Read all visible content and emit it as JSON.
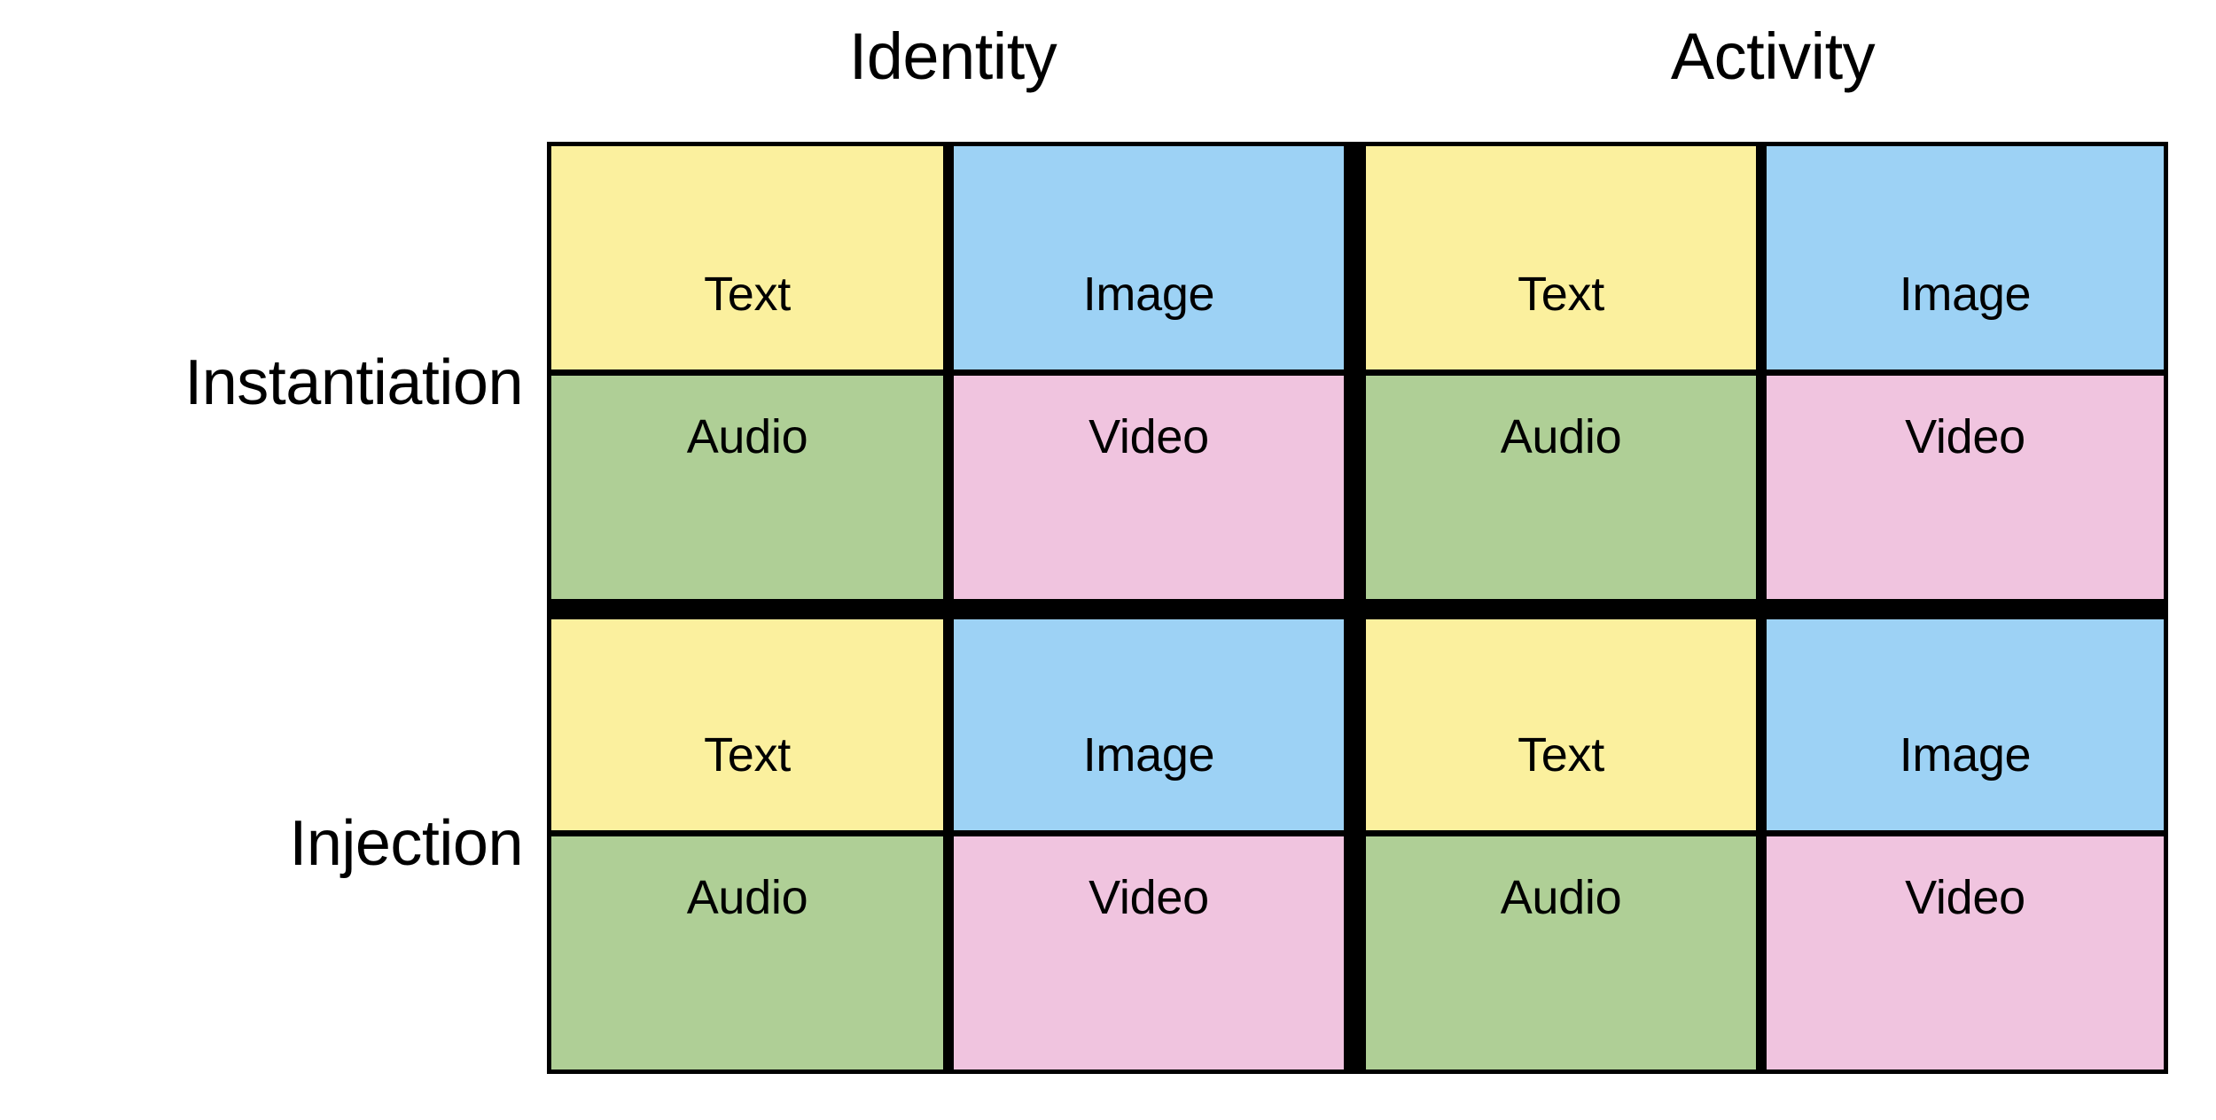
{
  "figure": {
    "type": "2x2-taxonomy-matrix",
    "background_color": "#ffffff",
    "border_color": "#000000"
  },
  "column_headers": [
    {
      "label": "Identity"
    },
    {
      "label": "Activity"
    }
  ],
  "row_headers": [
    {
      "label": "Instantiation"
    },
    {
      "label": "Injection"
    }
  ],
  "modalities": [
    {
      "name": "Text",
      "color": "#fbf09e"
    },
    {
      "name": "Image",
      "color": "#9dd2f5"
    },
    {
      "name": "Audio",
      "color": "#afcf96"
    },
    {
      "name": "Video",
      "color": "#f0c4df"
    }
  ],
  "quadrants": [
    {
      "row": "Instantiation",
      "column": "Identity",
      "cells": [
        {
          "label": "Text",
          "color": "#fbf09e"
        },
        {
          "label": "Image",
          "color": "#9dd2f5"
        },
        {
          "label": "Audio",
          "color": "#afcf96"
        },
        {
          "label": "Video",
          "color": "#f0c4df"
        }
      ]
    },
    {
      "row": "Instantiation",
      "column": "Activity",
      "cells": [
        {
          "label": "Text",
          "color": "#fbf09e"
        },
        {
          "label": "Image",
          "color": "#9dd2f5"
        },
        {
          "label": "Audio",
          "color": "#afcf96"
        },
        {
          "label": "Video",
          "color": "#f0c4df"
        }
      ]
    },
    {
      "row": "Injection",
      "column": "Identity",
      "cells": [
        {
          "label": "Text",
          "color": "#fbf09e"
        },
        {
          "label": "Image",
          "color": "#9dd2f5"
        },
        {
          "label": "Audio",
          "color": "#afcf96"
        },
        {
          "label": "Video",
          "color": "#f0c4df"
        }
      ]
    },
    {
      "row": "Injection",
      "column": "Activity",
      "cells": [
        {
          "label": "Text",
          "color": "#fbf09e"
        },
        {
          "label": "Image",
          "color": "#9dd2f5"
        },
        {
          "label": "Audio",
          "color": "#afcf96"
        },
        {
          "label": "Video",
          "color": "#f0c4df"
        }
      ]
    }
  ],
  "grid": {
    "cells": [
      [
        {
          "label": "Text",
          "color": "#fbf09e"
        },
        {
          "label": "Image",
          "color": "#9dd2f5"
        },
        {
          "label": "Text",
          "color": "#fbf09e"
        },
        {
          "label": "Image",
          "color": "#9dd2f5"
        }
      ],
      [
        {
          "label": "Audio",
          "color": "#afcf96"
        },
        {
          "label": "Video",
          "color": "#f0c4df"
        },
        {
          "label": "Audio",
          "color": "#afcf96"
        },
        {
          "label": "Video",
          "color": "#f0c4df"
        }
      ],
      [
        {
          "label": "Text",
          "color": "#fbf09e"
        },
        {
          "label": "Image",
          "color": "#9dd2f5"
        },
        {
          "label": "Text",
          "color": "#fbf09e"
        },
        {
          "label": "Image",
          "color": "#9dd2f5"
        }
      ],
      [
        {
          "label": "Audio",
          "color": "#afcf96"
        },
        {
          "label": "Video",
          "color": "#f0c4df"
        },
        {
          "label": "Audio",
          "color": "#afcf96"
        },
        {
          "label": "Video",
          "color": "#f0c4df"
        }
      ]
    ]
  }
}
